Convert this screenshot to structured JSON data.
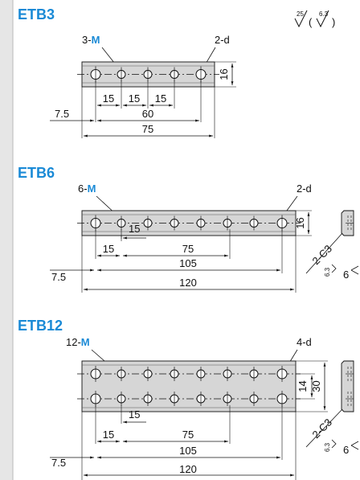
{
  "colors": {
    "title": "#1a8ad6",
    "accent": "#1a8ad6",
    "part_fill": "#d6d6d6",
    "line": "#111111",
    "sidebar": "#e6e6e6"
  },
  "roughness": {
    "value_1": "25",
    "value_2": "6.3",
    "paren_open": "(",
    "paren_close": ")"
  },
  "etb3": {
    "title": "ETB3",
    "tap_count": "3-",
    "tap_letter": "M",
    "hole_label": "2-d",
    "height": "16",
    "pitch_1": "15",
    "pitch_2": "15",
    "pitch_3": "15",
    "span": "60",
    "offset": "7.5",
    "length": "75"
  },
  "etb6": {
    "title": "ETB6",
    "tap_count": "6-",
    "tap_letter": "M",
    "hole_label": "2-d",
    "height": "16",
    "pitch": "15",
    "offset_15": "15",
    "span_75": "75",
    "span_105": "105",
    "offset": "7.5",
    "length": "120",
    "chamfer": "2-C3",
    "rough": "6.3",
    "side_dim": "6"
  },
  "etb12": {
    "title": "ETB12",
    "tap_count": "12-",
    "tap_letter": "M",
    "hole_label": "4-d",
    "row_pitch": "14",
    "height": "30",
    "pitch": "15",
    "offset_15": "15",
    "span_75": "75",
    "span_105": "105",
    "offset": "7.5",
    "length": "120",
    "chamfer": "2-C3",
    "rough": "6.3",
    "side_dim": "6"
  }
}
